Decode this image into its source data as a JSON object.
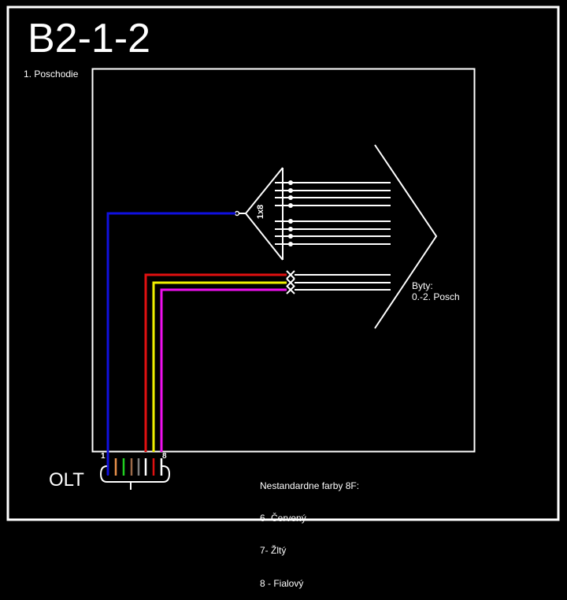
{
  "title": "B2-1-2",
  "floor_label": "1. Poschodie",
  "splitter": {
    "label": "1x8",
    "outputs": 8
  },
  "apartments": {
    "line1": "Byty:",
    "line2": "0.-2. Posch"
  },
  "olt": {
    "label": "OLT",
    "first_port": "1",
    "last_port": "8"
  },
  "legend": {
    "heading": "Nestandardne farby 8F:",
    "items": [
      "6- Červený",
      "7- Žltý",
      "8 - Fialový"
    ]
  },
  "fibers": [
    {
      "port": 1,
      "color": "#1010e0",
      "above_color": "#1010e0",
      "routed": "splitter"
    },
    {
      "port": 2,
      "color": "#e8904a"
    },
    {
      "port": 3,
      "color": "#20d020"
    },
    {
      "port": 4,
      "color": "#9b6a4a"
    },
    {
      "port": 5,
      "color": "#808080"
    },
    {
      "port": 6,
      "color": "#ffffff",
      "above_color": "#e01010",
      "routed": "direct"
    },
    {
      "port": 7,
      "color": "#e01010",
      "above_color": "#f0f000",
      "routed": "direct"
    },
    {
      "port": 8,
      "color": "#ffffff",
      "above_color": "#f010f0",
      "routed": "direct"
    }
  ],
  "colors": {
    "background": "#000000",
    "frame": "#ffffff"
  }
}
